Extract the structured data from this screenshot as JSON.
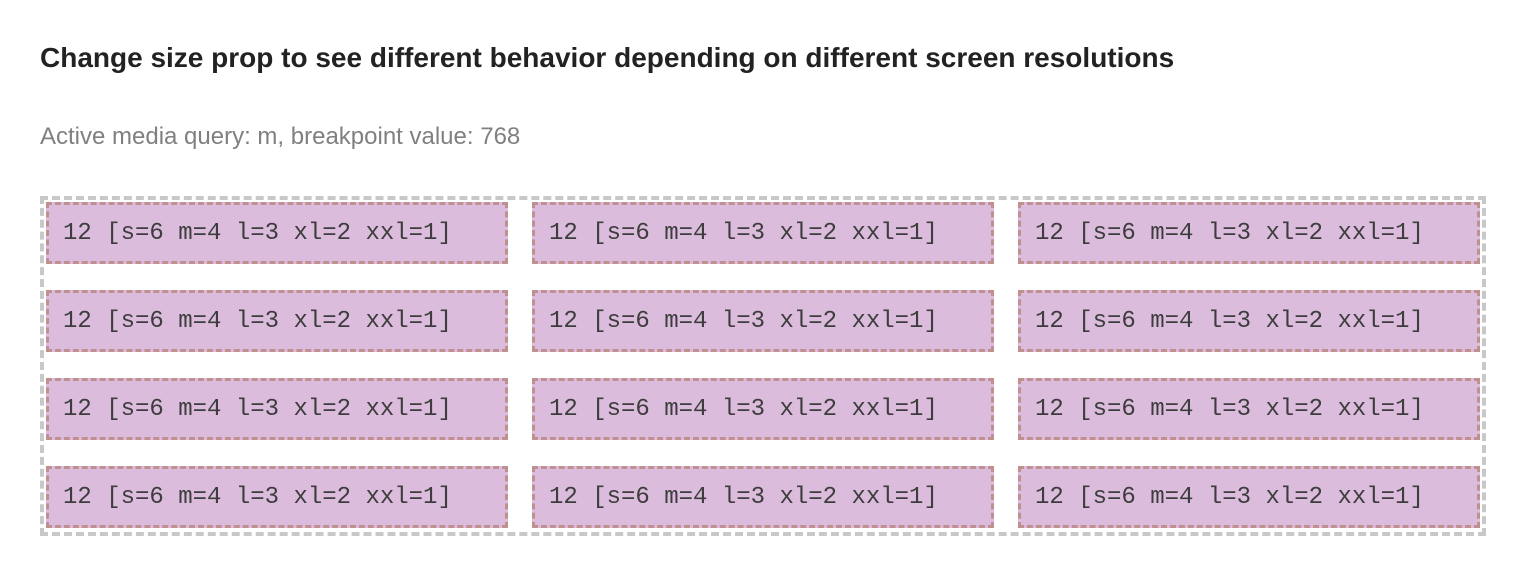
{
  "heading": "Change size prop to see different behavior depending on different screen resolutions",
  "media_info": "Active media query: m, breakpoint value: 768",
  "grid": {
    "rows": 4,
    "columns": 3,
    "cells": [
      "12 [s=6 m=4 l=3 xl=2 xxl=1]",
      "12 [s=6 m=4 l=3 xl=2 xxl=1]",
      "12 [s=6 m=4 l=3 xl=2 xxl=1]",
      "12 [s=6 m=4 l=3 xl=2 xxl=1]",
      "12 [s=6 m=4 l=3 xl=2 xxl=1]",
      "12 [s=6 m=4 l=3 xl=2 xxl=1]",
      "12 [s=6 m=4 l=3 xl=2 xxl=1]",
      "12 [s=6 m=4 l=3 xl=2 xxl=1]",
      "12 [s=6 m=4 l=3 xl=2 xxl=1]",
      "12 [s=6 m=4 l=3 xl=2 xxl=1]",
      "12 [s=6 m=4 l=3 xl=2 xxl=1]",
      "12 [s=6 m=4 l=3 xl=2 xxl=1]"
    ]
  },
  "colors": {
    "cell_background": "#dcbcdc",
    "cell_border": "#c08f8f",
    "grid_border": "#c8c8c8",
    "heading_text": "#222222",
    "muted_text": "#808080"
  }
}
